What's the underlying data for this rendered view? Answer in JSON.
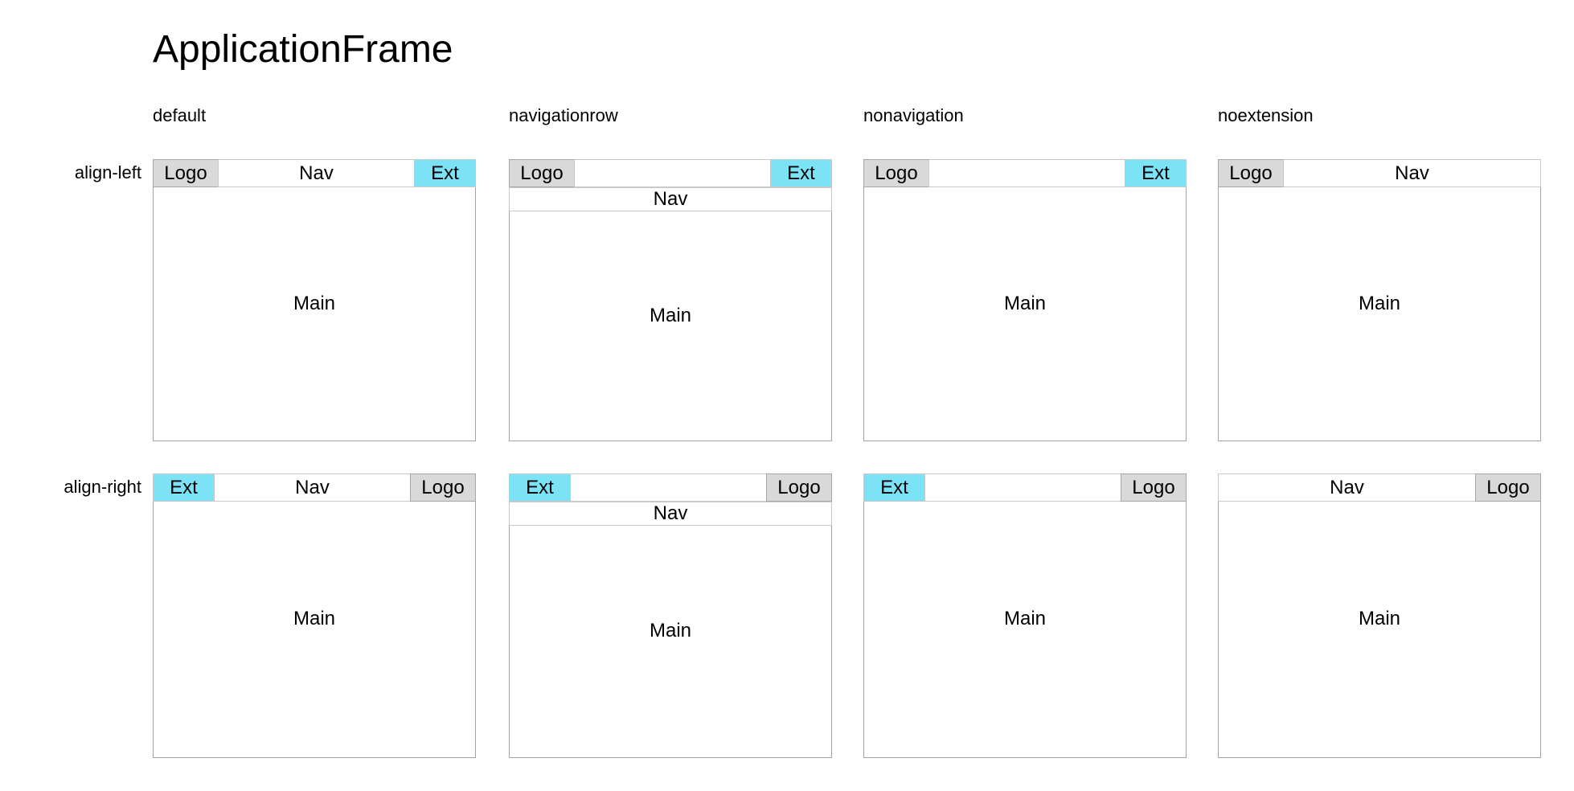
{
  "title": "ApplicationFrame",
  "columns": [
    {
      "id": "default",
      "label": "default"
    },
    {
      "id": "navigationrow",
      "label": "navigationrow"
    },
    {
      "id": "nonavigation",
      "label": "nonavigation"
    },
    {
      "id": "noextension",
      "label": "noextension"
    }
  ],
  "rows": [
    {
      "id": "align-left",
      "label": "align-left"
    },
    {
      "id": "align-right",
      "label": "align-right"
    }
  ],
  "labels": {
    "logo": "Logo",
    "nav": "Nav",
    "ext": "Ext",
    "main": "Main"
  },
  "colors": {
    "text": "#000000",
    "logo_bg": "#d9d9d9",
    "logo_border": "#a6a6a6",
    "ext_bg": "#7ce3f6",
    "box_border": "#c8c8c8",
    "frame_border": "#a3a3a3"
  },
  "cells": [
    {
      "variant": "default",
      "align": "align-left",
      "boxes": [
        "logo",
        "nav",
        "ext"
      ],
      "nav_row": false
    },
    {
      "variant": "navigationrow",
      "align": "align-left",
      "boxes": [
        "logo",
        "spacer",
        "ext"
      ],
      "nav_row": true
    },
    {
      "variant": "nonavigation",
      "align": "align-left",
      "boxes": [
        "logo",
        "spacer",
        "ext"
      ],
      "nav_row": false
    },
    {
      "variant": "noextension",
      "align": "align-left",
      "boxes": [
        "logo",
        "nav"
      ],
      "nav_row": false
    },
    {
      "variant": "default",
      "align": "align-right",
      "boxes": [
        "ext",
        "nav",
        "logo"
      ],
      "nav_row": false
    },
    {
      "variant": "navigationrow",
      "align": "align-right",
      "boxes": [
        "ext",
        "spacer",
        "logo"
      ],
      "nav_row": true
    },
    {
      "variant": "nonavigation",
      "align": "align-right",
      "boxes": [
        "ext",
        "spacer",
        "logo"
      ],
      "nav_row": false
    },
    {
      "variant": "noextension",
      "align": "align-right",
      "boxes": [
        "nav",
        "logo"
      ],
      "nav_row": false
    }
  ]
}
